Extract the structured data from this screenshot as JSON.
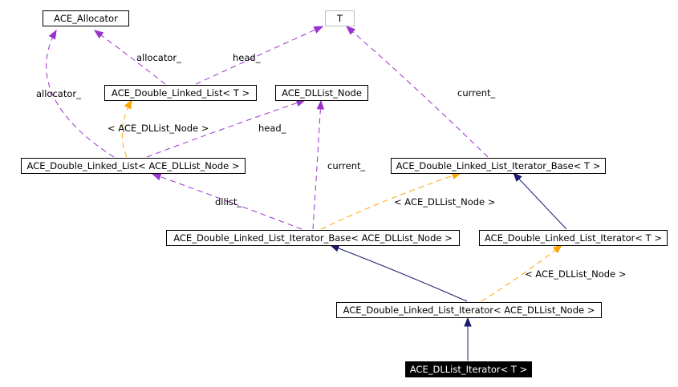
{
  "colors": {
    "inheritance": "#1a1a6e",
    "usage": "#9a32cd",
    "template": "#ffa500",
    "focus_fill": "#000000",
    "external_border": "#bfbfbf"
  },
  "nodes": {
    "allocator": "ACE_Allocator",
    "t": "T",
    "dll_t": "ACE_Double_Linked_List< T >",
    "dlist_node": "ACE_DLList_Node",
    "dll_node": "ACE_Double_Linked_List< ACE_DLList_Node >",
    "iter_base_t": "ACE_Double_Linked_List_Iterator_Base< T >",
    "iter_base_node": "ACE_Double_Linked_List_Iterator_Base< ACE_DLList_Node >",
    "iter_t": "ACE_Double_Linked_List_Iterator< T >",
    "iter_node": "ACE_Double_Linked_List_Iterator< ACE_DLList_Node >",
    "dllist_iter": "ACE_DLList_Iterator< T >"
  },
  "edge_labels": {
    "allocator_right": "allocator_",
    "allocator_left": "allocator_",
    "head_t": "head_",
    "current_t": "current_",
    "tmpl_dll": "< ACE_DLList_Node >",
    "head_node": "head_",
    "current_node": "current_",
    "dllist": "dllist_",
    "tmpl_base": "< ACE_DLList_Node >",
    "tmpl_iter": "< ACE_DLList_Node >"
  }
}
